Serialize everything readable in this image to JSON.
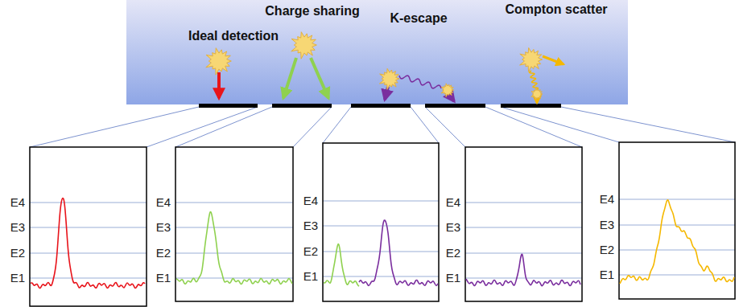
{
  "diagram": {
    "nodes": [
      {
        "text": [
          "Ideal detection",
          "Charge sharing",
          "K-escape",
          "Compton scatter"
        ]
      }
    ],
    "labels": [
      "E4",
      "E3",
      "E2",
      "E1",
      "E4",
      "E3",
      "E2",
      "E1",
      "E4",
      "E3",
      "E2",
      "E1",
      "E4",
      "E3",
      "E2",
      "E1",
      "E4",
      "E3",
      "E2",
      "E1"
    ]
  }
}
